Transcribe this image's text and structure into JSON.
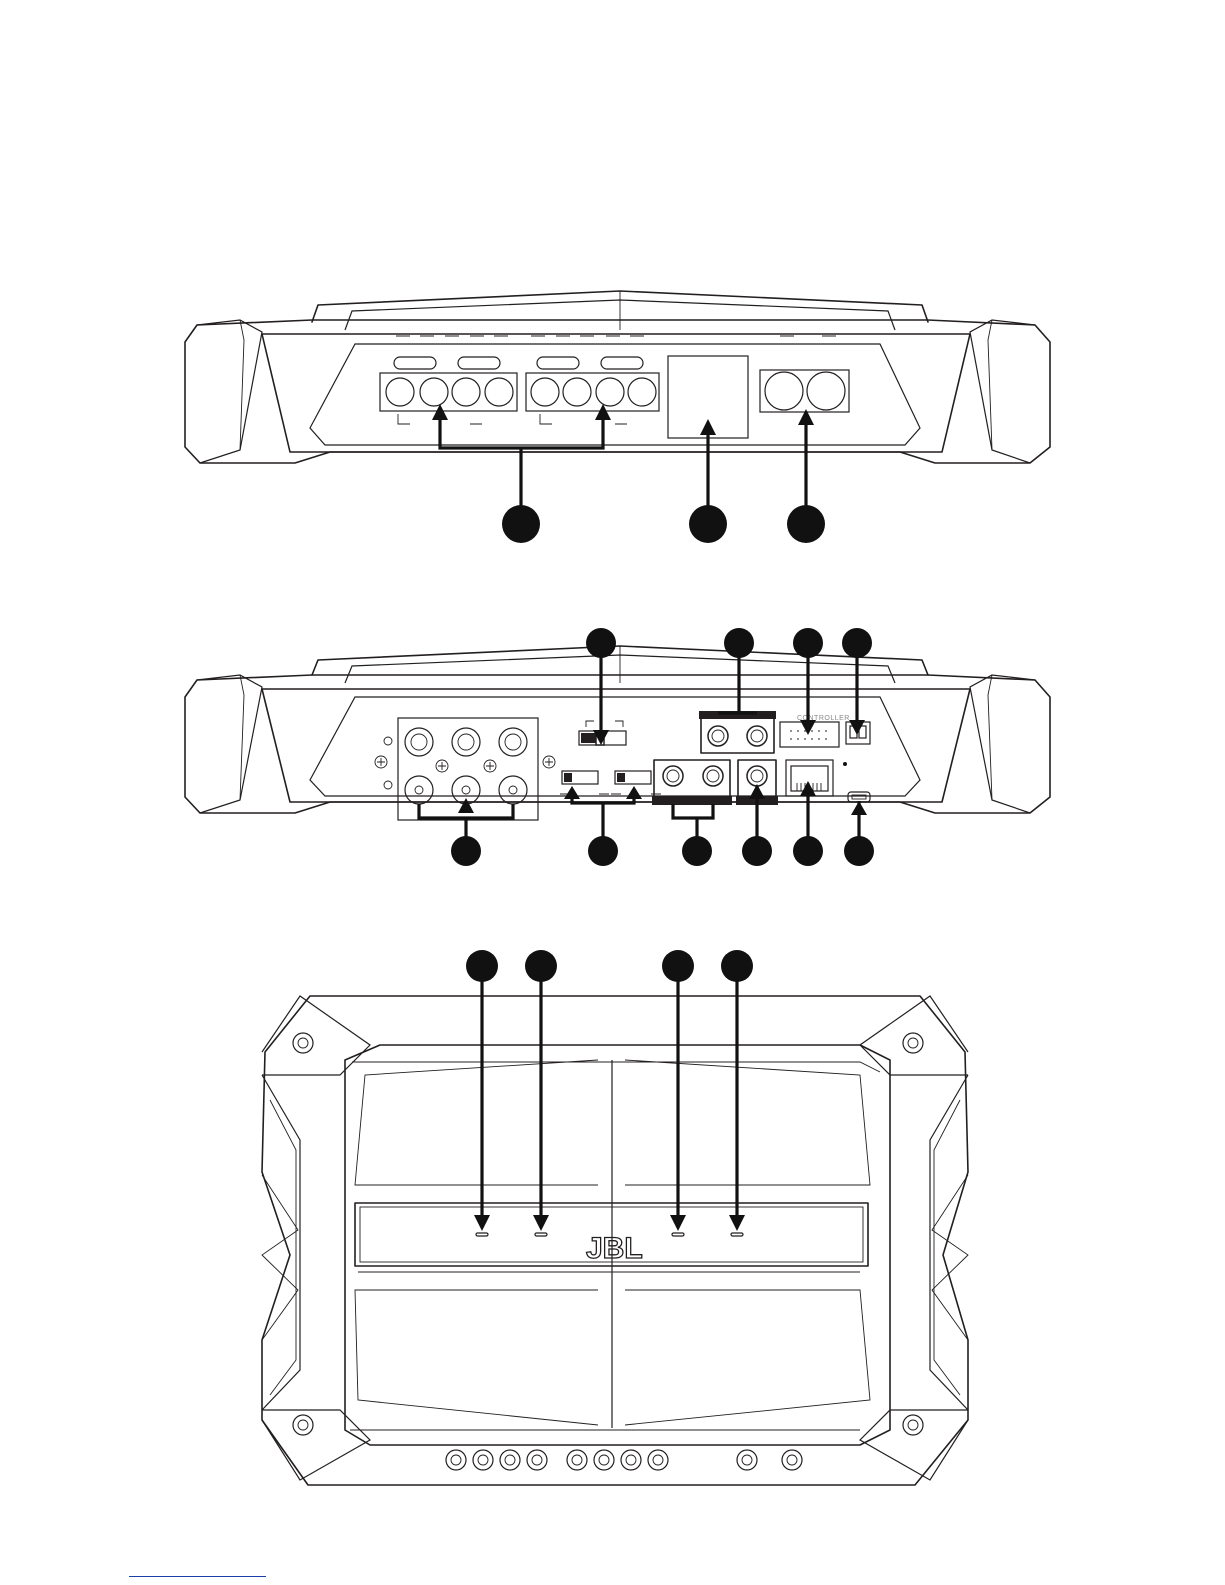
{
  "diagram": {
    "title": "",
    "views": [
      {
        "id": "front-panel",
        "callouts": 3,
        "connectors": [
          "speaker-terminals",
          "fuse-panel",
          "power-terminals"
        ]
      },
      {
        "id": "rear-panel",
        "callouts": 10,
        "connectors": [
          "rca-inputs",
          "mode-switch",
          "crossover-switches",
          "speaker-outputs",
          "controller-port",
          "remote-port",
          "rj45-port",
          "usb-port"
        ]
      },
      {
        "id": "top-view",
        "callouts": 4,
        "indicators": [
          "led-1",
          "led-2",
          "led-3",
          "led-4"
        ]
      }
    ],
    "panel_text": {
      "controller_label": "CONTROLLER",
      "brand_logo": "JBL"
    }
  }
}
